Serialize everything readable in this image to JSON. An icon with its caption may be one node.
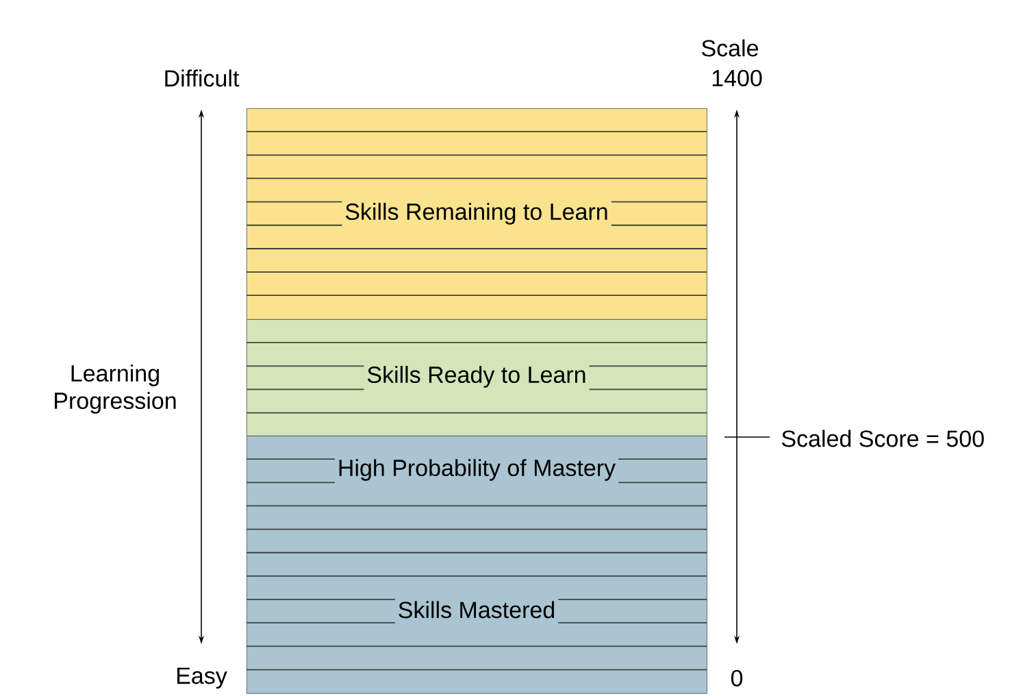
{
  "diagram": {
    "nodes": [
      {
        "text": [
          "Skills Remaining to Learn"
        ]
      },
      {
        "text": [
          "Skills Ready to Learn"
        ]
      },
      {
        "text": [
          "High Probability of Mastery",
          "Skills Mastered"
        ]
      }
    ],
    "labels": [
      "Difficult",
      "Scale",
      "1400",
      "Learning Progression",
      "Scaled Score = 500",
      "Easy",
      "0"
    ]
  }
}
